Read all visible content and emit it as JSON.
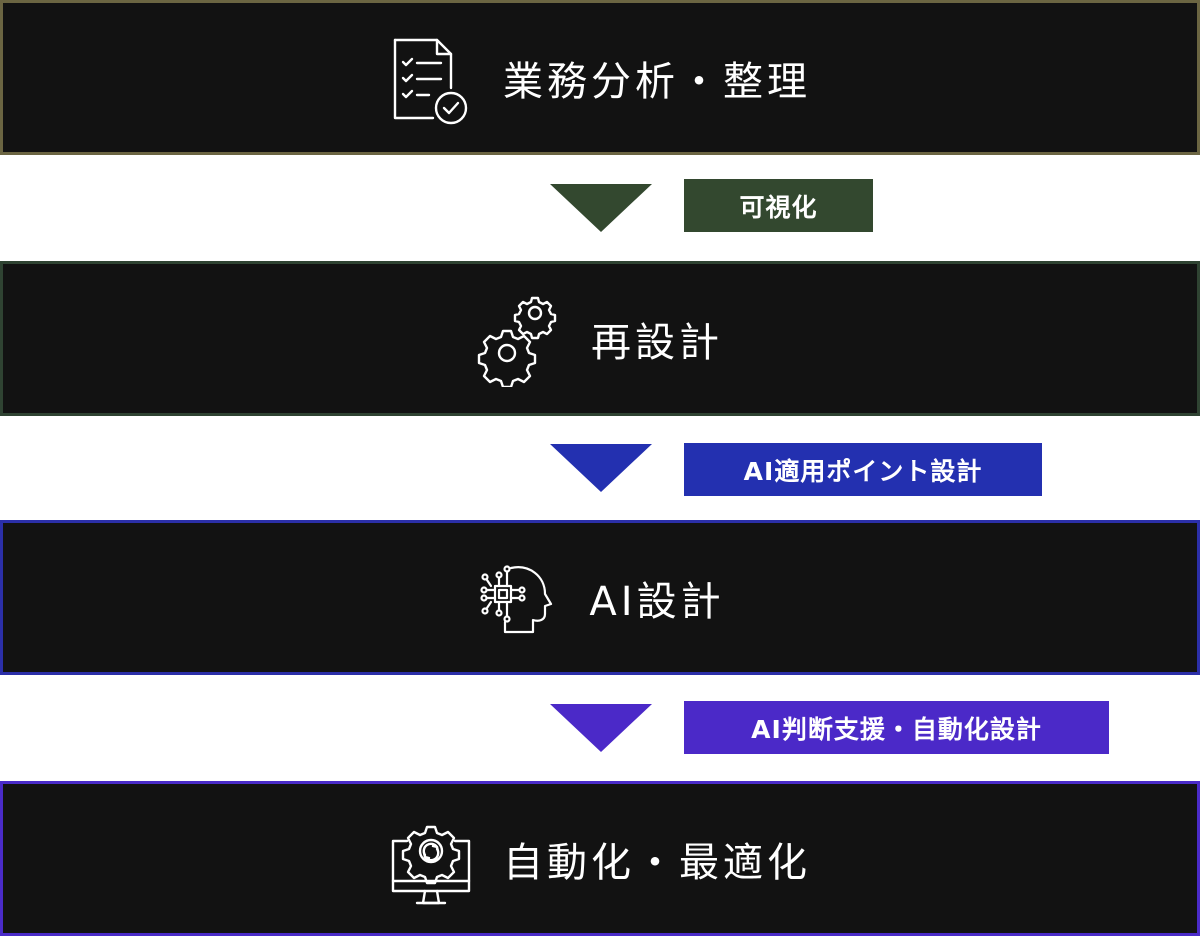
{
  "stages": [
    {
      "label": "業務分析・整理",
      "icon": "checklist-document-icon",
      "border": "#6b6542"
    },
    {
      "label": "再設計",
      "icon": "gears-icon",
      "border": "#2f4332"
    },
    {
      "label": "AI設計",
      "icon": "ai-head-chip-icon",
      "border": "#2b2fa8"
    },
    {
      "label": "自動化・最適化",
      "icon": "monitor-gear-icon",
      "border": "#4a2bc8"
    }
  ],
  "transitions": [
    {
      "label": "可視化",
      "color": "#33482f"
    },
    {
      "label": "AI適用ポイント設計",
      "color": "#2330b0"
    },
    {
      "label": "AI判断支援・自動化設計",
      "color": "#4b29c8"
    }
  ]
}
